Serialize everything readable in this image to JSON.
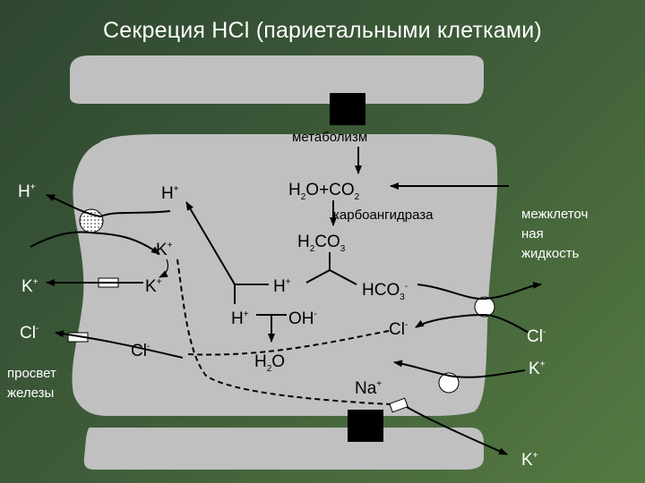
{
  "title": "Секреция HCl (париетальными клетками)",
  "labels": {
    "metabolism": "метаболизм",
    "carbonic_anhydrase": "карбоангидраза",
    "interstitial_1": "межклеточ",
    "interstitial_2": "ная",
    "interstitial_3": "жидкость",
    "lumen_1": "просвет",
    "lumen_2": "железы"
  },
  "species": {
    "h_lumen": "H",
    "h_lumen_charge": "+",
    "h_cell_top": "H",
    "h_cell_top_charge": "+",
    "k_cell_upper": "K",
    "k_cell_upper_charge": "+",
    "k_lumen": "K",
    "k_lumen_charge": "+",
    "k_cell_mid": "K",
    "k_cell_mid_charge": "+",
    "cl_lumen": "Cl",
    "cl_lumen_charge": "-",
    "cl_cell_left": "Cl",
    "cl_cell_left_charge": "-",
    "h_from_h2co3": "H",
    "h_from_h2co3_charge": "+",
    "hco3": "HCO",
    "hco3_sub": "3",
    "hco3_charge": "-",
    "h_water": "H",
    "h_water_charge": "+",
    "oh": "OH",
    "oh_charge": "-",
    "h2o_water_h": "H",
    "h2o_water_sub": "2",
    "h2o_water_o": "O",
    "cl_cell_right": "Cl",
    "cl_cell_right_charge": "-",
    "cl_blood": "Cl",
    "cl_blood_charge": "-",
    "na_cell": "Na",
    "na_cell_charge": "+",
    "k_blood_upper": "K",
    "k_blood_upper_charge": "+",
    "k_blood_lower": "K",
    "k_blood_lower_charge": "+",
    "reaction_h": "H",
    "reaction_h2_sub": "2",
    "reaction_o_plus_c": "O+CO",
    "reaction_co2_sub": "2",
    "h2co3_h": "H",
    "h2co3_sub2": "2",
    "h2co3_co": "CO",
    "h2co3_sub3": "3"
  },
  "colors": {
    "background": "#3d5a38",
    "cell": "#c0c0c0",
    "text_on_dark": "#ffffff",
    "arrow": "#000000"
  }
}
